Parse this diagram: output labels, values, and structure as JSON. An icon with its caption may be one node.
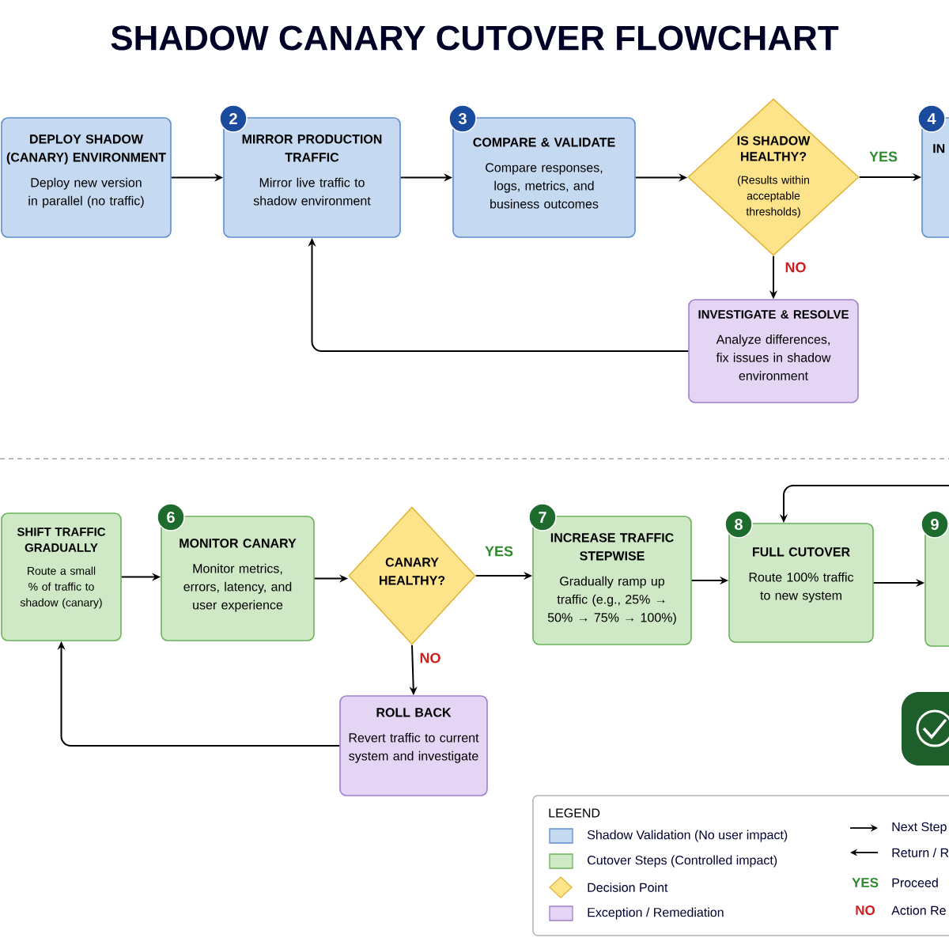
{
  "diagram": {
    "title": "SHADOW CANARY CUTOVER FLOWCHART",
    "nodes": [
      {
        "text": [
          "DEPLOY SHADOW (CANARY) ENVIRONMENT",
          "Deploy new version in parallel (no traffic)"
        ]
      },
      {
        "text": [
          "2",
          "MIRROR PRODUCTION TRAFFIC",
          "Mirror live traffic to shadow environment"
        ]
      },
      {
        "text": [
          "3",
          "COMPARE & VALIDATE",
          "Compare responses, logs, metrics, and business outcomes"
        ]
      },
      {
        "text": [
          "IS SHADOW HEALTHY?",
          "(Results within acceptable thresholds)"
        ]
      },
      {
        "text": [
          "4",
          "IN"
        ]
      },
      {
        "text": [
          "INVESTIGATE & RESOLVE",
          "Analyze differences, fix issues in shadow environment"
        ]
      },
      {
        "text": [
          "SHIFT TRAFFIC GRADUALLY",
          "Route a small % of traffic to shadow (canary)"
        ]
      },
      {
        "text": [
          "6",
          "MONITOR CANARY",
          "Monitor metrics, errors, latency, and user experience"
        ]
      },
      {
        "text": [
          "CANARY HEALTHY?"
        ]
      },
      {
        "text": [
          "7",
          "INCREASE TRAFFIC STEPWISE",
          "Gradually ramp up traffic (e.g., 25% → 50% → 75% → 100%)"
        ]
      },
      {
        "text": [
          "8",
          "FULL CUTOVER",
          "Route 100% traffic to new system"
        ]
      },
      {
        "text": [
          "9"
        ]
      },
      {
        "text": [
          "ROLL BACK",
          "Revert traffic to current system and investigate"
        ]
      }
    ],
    "edges": [
      {
        "from": 0,
        "to": 1,
        "arrow": "to"
      },
      {
        "from": 1,
        "to": 2,
        "arrow": "to"
      },
      {
        "from": 2,
        "to": 3,
        "arrow": "to"
      },
      {
        "from": 3,
        "to": 4,
        "arrow": "to",
        "label": "YES"
      },
      {
        "from": 3,
        "to": 5,
        "arrow": "to",
        "label": "NO"
      },
      {
        "from": 5,
        "to": 1,
        "arrow": "to"
      },
      {
        "from": 6,
        "to": 7,
        "arrow": "to"
      },
      {
        "from": 7,
        "to": 8,
        "arrow": "to"
      },
      {
        "from": 8,
        "to": 9,
        "arrow": "to",
        "label": "YES"
      },
      {
        "from": 8,
        "to": 12,
        "arrow": "to",
        "label": "NO"
      },
      {
        "from": 12,
        "to": 6,
        "arrow": "to"
      },
      {
        "from": 9,
        "to": 10,
        "arrow": "to"
      },
      {
        "from": 10,
        "to": 11,
        "arrow": "to"
      },
      {
        "from": null,
        "to": 10,
        "arrow": "to"
      }
    ],
    "labels": [
      "LEGEND",
      "YES",
      "NO"
    ],
    "legend": [
      {
        "text": "Shadow Validation (No user impact)",
        "color": "#c5d9f1"
      },
      {
        "text": "Cutover Steps (Controlled impact)",
        "color": "#cfe8c6"
      },
      {
        "text": "Decision Point"
      },
      {
        "text": "Exception / Remediation",
        "color": "#e3d5f3"
      },
      {
        "text": "Next Step"
      },
      {
        "text": "Return / R"
      },
      {
        "text": "Proceed"
      },
      {
        "text": "Action Re"
      }
    ]
  }
}
